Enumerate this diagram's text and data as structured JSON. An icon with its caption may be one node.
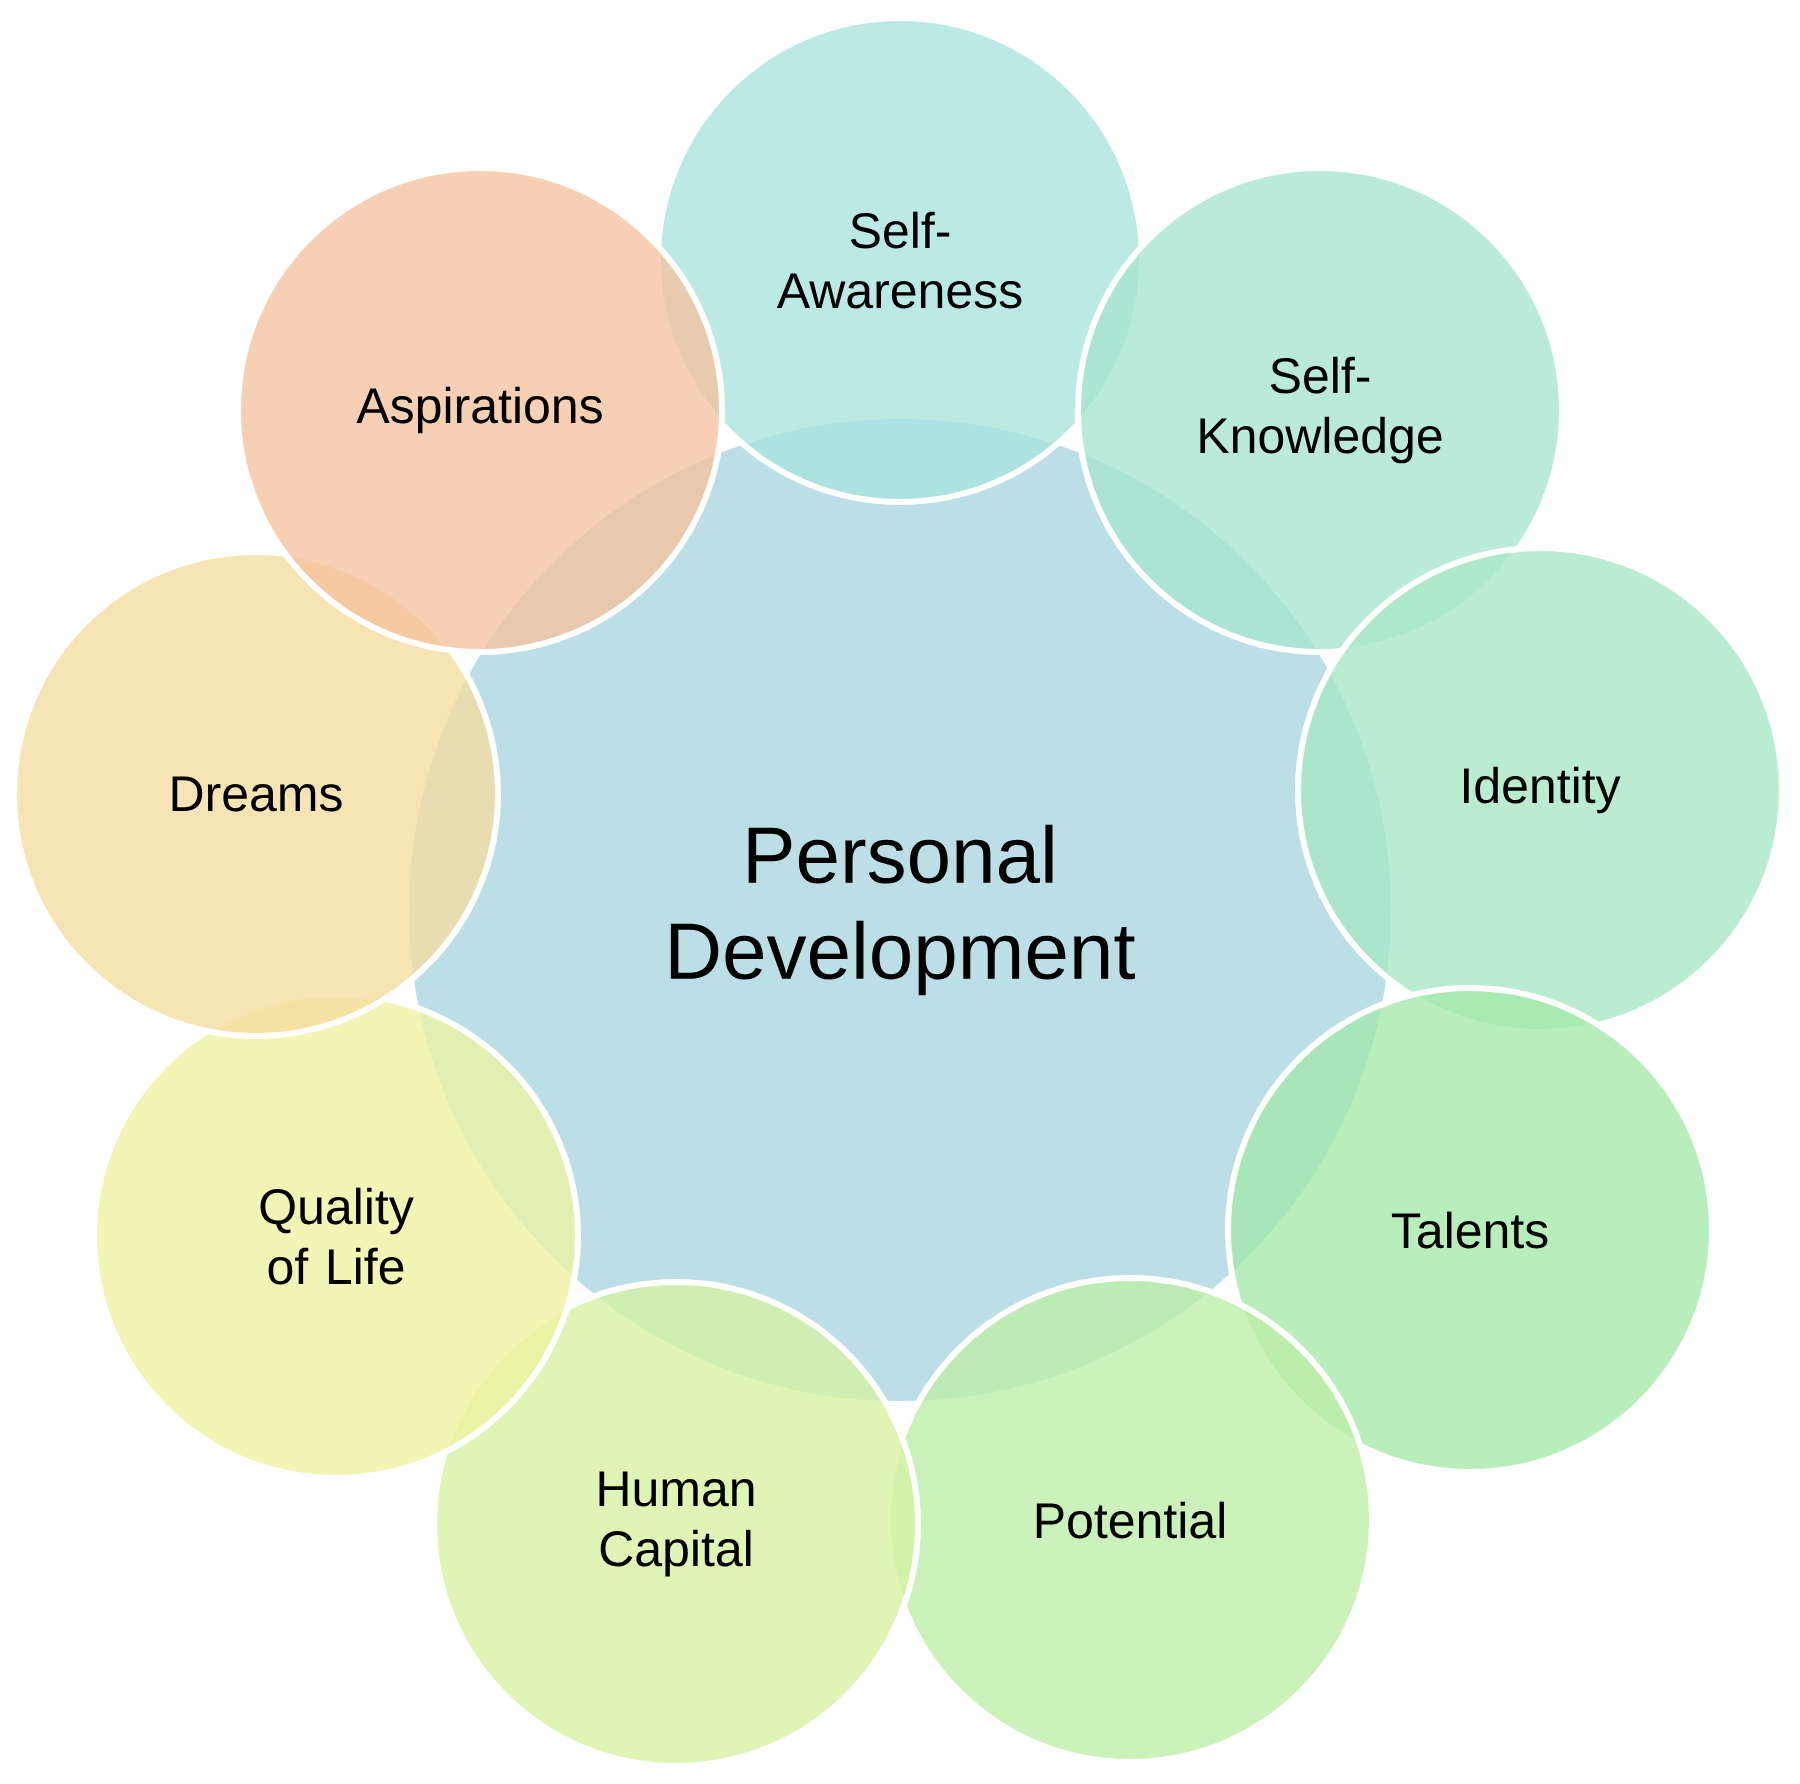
{
  "diagram": {
    "nodes": [
      {
        "text": [
          "Personal Development"
        ]
      },
      {
        "text": [
          "Self-Awareness"
        ]
      },
      {
        "text": [
          "Self-Knowledge"
        ]
      },
      {
        "text": [
          "Identity"
        ]
      },
      {
        "text": [
          "Talents"
        ]
      },
      {
        "text": [
          "Potential"
        ]
      },
      {
        "text": [
          "Human Capital"
        ]
      },
      {
        "text": [
          "Quality of Life"
        ]
      },
      {
        "text": [
          "Dreams"
        ]
      },
      {
        "text": [
          "Aspirations"
        ]
      }
    ],
    "edges": []
  }
}
